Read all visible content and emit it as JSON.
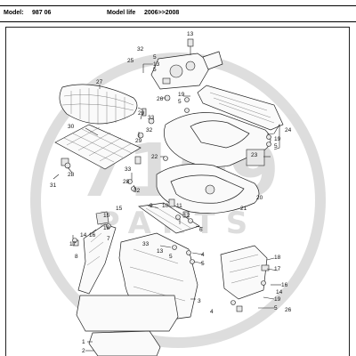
{
  "header": {
    "model_label": "Model:",
    "model_value": "987 06",
    "model_life_label": "Model life",
    "model_life_value": "2006>>2008"
  },
  "watermark": {
    "logo_text": "7109",
    "sub_text": "PARTS"
  },
  "callouts": {
    "c1": "1",
    "c2": "2",
    "c3": "3",
    "c4": "4",
    "c5": "5",
    "c6": "6",
    "c7": "7",
    "c8": "8",
    "c9": "9",
    "c10": "10",
    "c11": "11",
    "c12": "12",
    "c13": "13",
    "c14": "14",
    "c15": "15",
    "c16": "16",
    "c17": "17",
    "c18": "18",
    "c19": "19",
    "c20": "20",
    "c21": "21",
    "c22": "22",
    "c23": "23",
    "c24": "24",
    "c25": "25",
    "c26": "26",
    "c27": "27",
    "c28": "28",
    "c29": "29",
    "c30": "30",
    "c31": "31",
    "c32": "32",
    "c33": "33"
  }
}
